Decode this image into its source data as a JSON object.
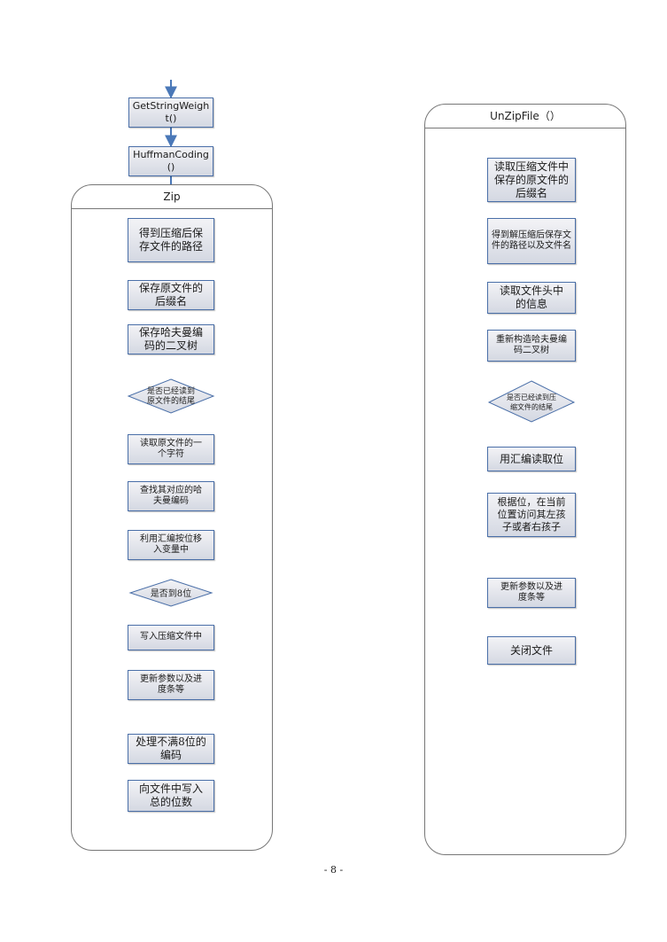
{
  "top": {
    "get_string_weight": "GetStringWeight()",
    "huffman_coding": "HuffmanCoding()"
  },
  "zip": {
    "title": "Zip",
    "get_path": "得到压缩后保存文件的路径",
    "save_ext": "保存原文件的后缀名",
    "save_tree": "保存哈夫曼编码的二叉树",
    "is_end": "是否已经读到原文件的结尾",
    "read_char": "读取原文件的一个字符",
    "find_code": "查找其对应的哈夫曼编码",
    "shift": "利用汇编按位移入变量中",
    "is_8bit": "是否到8位",
    "write": "写入压缩文件中",
    "update": "更新参数以及进度条等",
    "handle_rest": "处理不满8位的编码",
    "write_total": "向文件中写入总的位数"
  },
  "unzip": {
    "title": "UnZipFile（）",
    "read_ext": "读取压缩文件中保存的原文件的后缀名",
    "get_path": "得到解压缩后保存文件的路径以及文件名",
    "read_header": "读取文件头中的信息",
    "rebuild_tree": "重新构造哈夫曼编码二叉树",
    "is_end": "是否已经读到压缩文件的结尾",
    "read_bit": "用汇编读取位",
    "visit_child": "根据位，在当前位置访问其左孩子或者右孩子",
    "update": "更新参数以及进度条等",
    "close": "关闭文件"
  },
  "page_number": "- 8 -"
}
